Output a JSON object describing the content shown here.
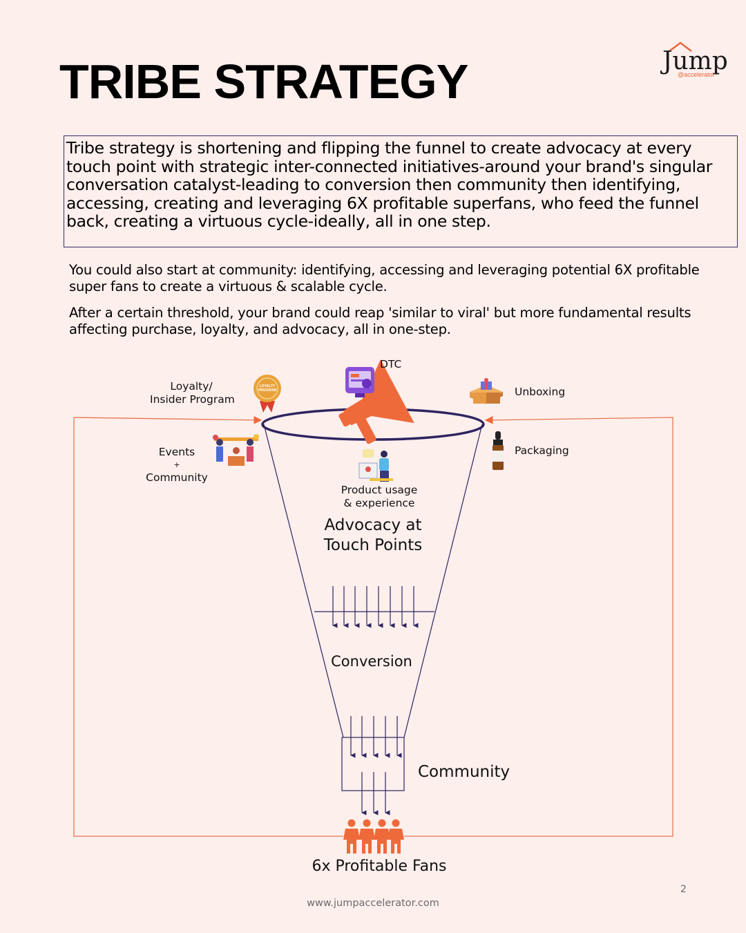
{
  "page": {
    "title": "TRIBE STRATEGY",
    "logo": {
      "word": "Jump",
      "sub": "@accelerator"
    },
    "intro": "Tribe strategy is shortening and flipping the funnel to create advocacy at every touch point with strategic inter-connected initiatives-around your brand's singular conversation catalyst-leading to conversion then community then identifying, accessing, creating and leveraging 6X profitable superfans, who feed the funnel back, creating a virtuous cycle-ideally, all in one step.",
    "para1": "You could also start at community: identifying, accessing and leveraging potential 6X profitable super fans to create a virtuous & scalable cycle.",
    "para2": "After a certain threshold, your brand could reap 'similar to viral' but more fundamental results affecting purchase, loyalty, and advocacy, all in one-step.",
    "footer": "www.jumpaccelerator.com",
    "page_number": "2"
  },
  "diagram": {
    "touchpoints": {
      "dtc": "DTC",
      "loyalty_line1": "Loyalty/",
      "loyalty_line2": "Insider Program",
      "loyalty_badge_line1": "LOYALTY",
      "loyalty_badge_line2": "PROGRAM",
      "unboxing": "Unboxing",
      "events_line1": "Events",
      "events_line2": "+",
      "events_line3": "Community",
      "packaging": "Packaging",
      "product_line1": "Product usage",
      "product_line2": "& experience"
    },
    "stages": {
      "advocacy_line1": "Advocacy at",
      "advocacy_line2": "Touch Points",
      "conversion": "Conversion",
      "community": "Community",
      "fans": "6x Profitable Fans"
    },
    "colors": {
      "funnel_line": "#2e2460",
      "accent": "#ee6a3a",
      "feedback_line": "#e8764f",
      "badge": "#e9a23b",
      "dtc_icon": "#8a4fd8"
    }
  }
}
